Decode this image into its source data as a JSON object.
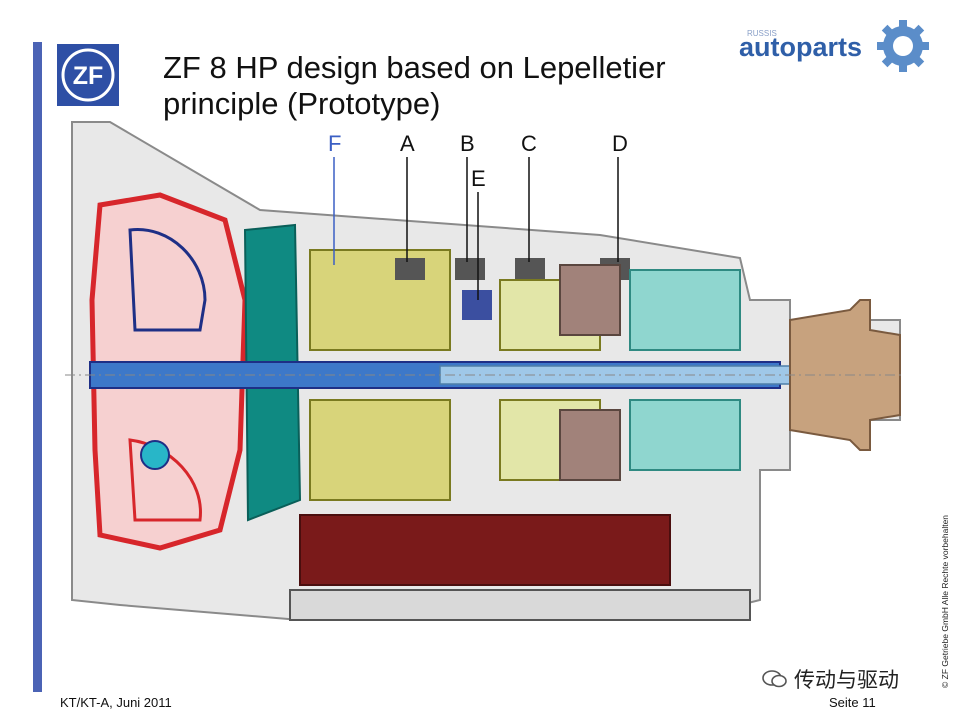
{
  "slide": {
    "title_line1": "ZF 8 HP design based on Lepelletier",
    "title_line2": "principle (Prototype)",
    "footer_left": "KT/KT-A,  Juni 2011",
    "footer_right": "Seite 11",
    "copyright_vertical": "© ZF Getriebe GmbH    Alle Rechte vorbehalten",
    "zf_logo_text": "ZF",
    "brand_small": "RUSSIS",
    "brand_main": "autoparts",
    "wechat_text": "传动与驱动"
  },
  "labels": {
    "F": "F",
    "A": "A",
    "B": "B",
    "C": "C",
    "D": "D",
    "E": "E"
  },
  "colors": {
    "accent_bar": "#4b63b5",
    "zf_blue": "#2e4fa5",
    "red": "#d7262b",
    "navy": "#1e2f86",
    "maroon": "#7a1a1a",
    "teal": "#0f8a82",
    "olive": "#a8a23a",
    "gray": "#b9b9b9"
  }
}
